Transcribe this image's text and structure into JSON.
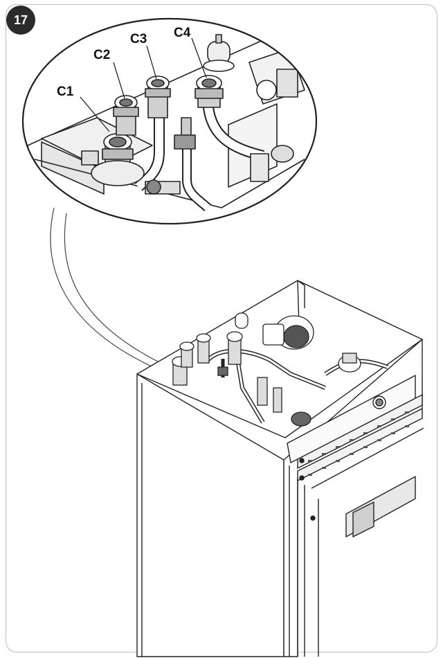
{
  "step": {
    "number": "17"
  },
  "callouts": [
    "C1",
    "C2",
    "C3",
    "C4"
  ],
  "colors": {
    "ink": "#222222",
    "shade": "#d9d9d9",
    "frame": "#bdbdbd",
    "badge": "#2b2b2b"
  }
}
